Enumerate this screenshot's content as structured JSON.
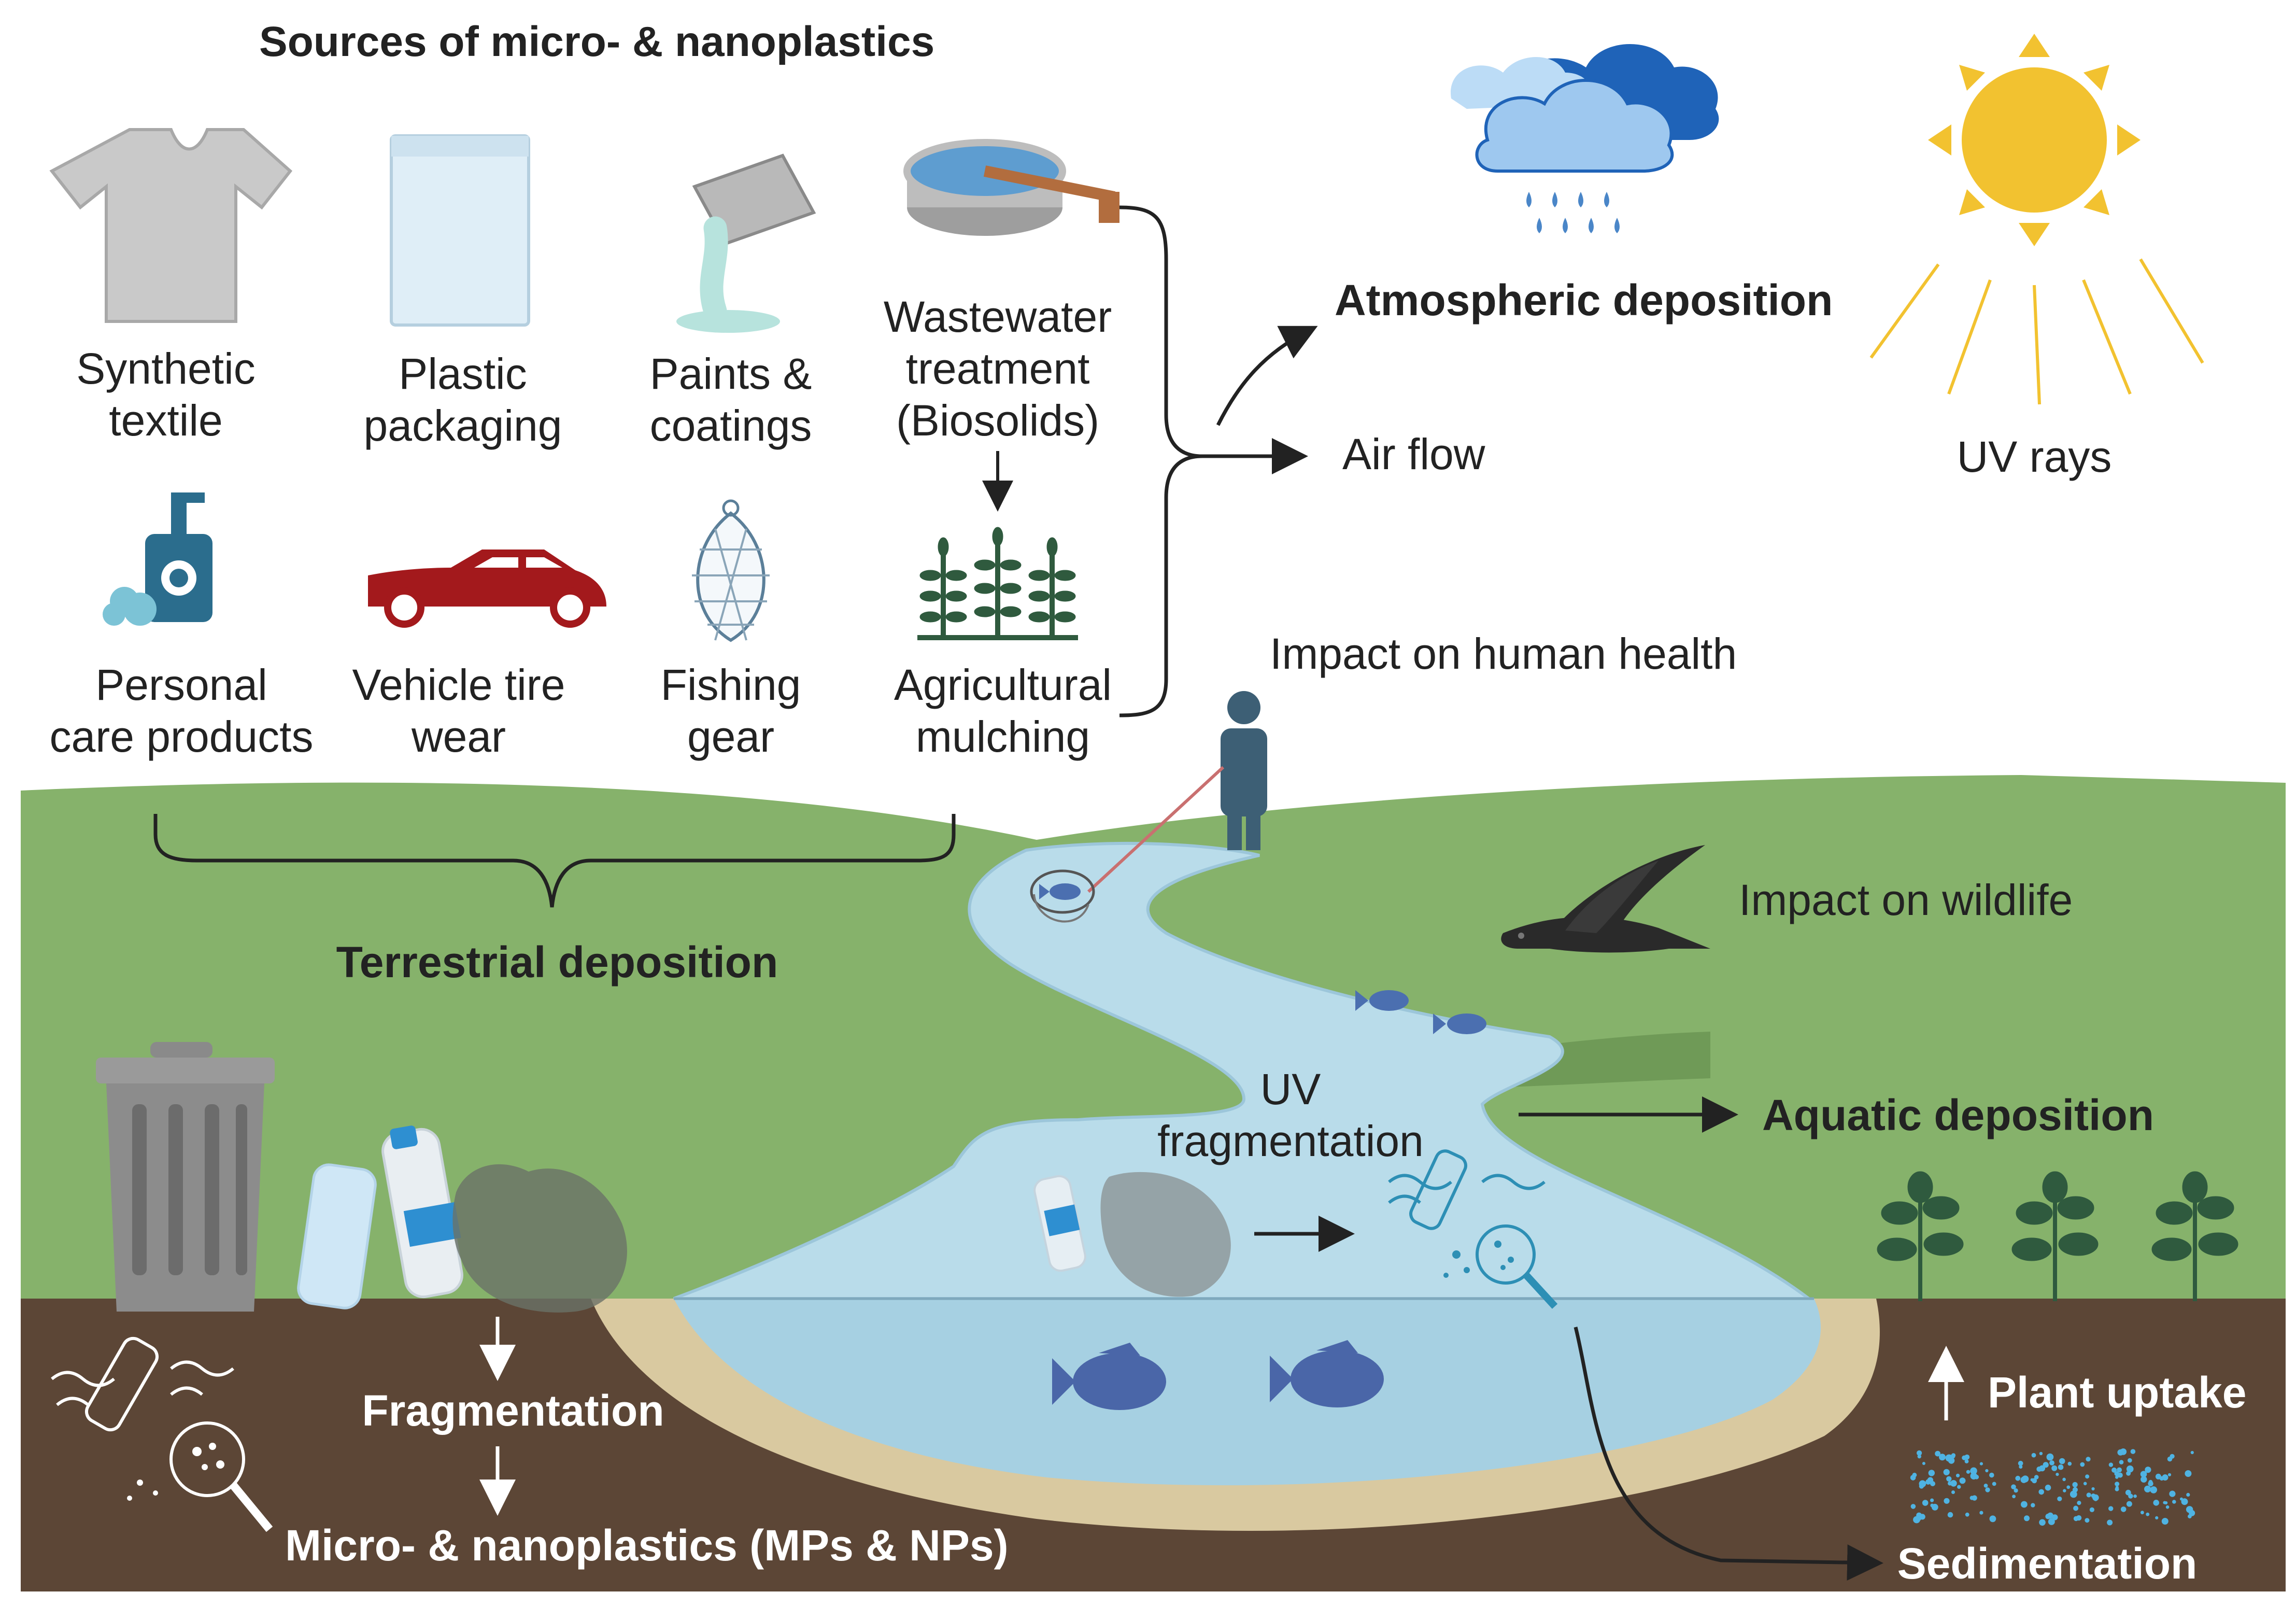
{
  "title": "Sources of micro- & nanoplastics",
  "sources": {
    "textile": [
      "Synthetic",
      "textile"
    ],
    "packaging": [
      "Plastic",
      "packaging"
    ],
    "paints": [
      "Paints &",
      "coatings"
    ],
    "wastewater": [
      "Wastewater",
      "treatment",
      "(Biosolids)"
    ],
    "personal_care": [
      "Personal",
      "care products"
    ],
    "tire": [
      "Vehicle tire",
      "wear"
    ],
    "fishing": [
      "Fishing",
      "gear"
    ],
    "mulching": [
      "Agricultural",
      "mulching"
    ]
  },
  "labels": {
    "atmospheric": "Atmospheric deposition",
    "air_flow": "Air flow",
    "uv_rays": "UV rays",
    "human_health": "Impact on human health",
    "wildlife": "Impact on wildlife",
    "terrestrial": "Terrestrial deposition",
    "uv_fragmentation": [
      "UV",
      "fragmentation"
    ],
    "aquatic": "Aquatic deposition",
    "fragmentation": "Fragmentation",
    "mps_nps": "Micro- & nanoplastics (MPs & NPs)",
    "plant_uptake": "Plant uptake",
    "sedimentation": "Sedimentation"
  },
  "colors": {
    "grass": "#86b26b",
    "grass_dark": "#6f9a57",
    "soil": "#5c4636",
    "water": "#b9dcea",
    "water_deep": "#a6d0e2",
    "sand": "#d9c9a0",
    "sun": "#f2c230",
    "rain_cloud": "#1f63b8",
    "light_cloud": "#9ec8ef",
    "car": "#a3191c",
    "bottle_cap": "#2e8fd1",
    "human": "#3d5f75",
    "plant": "#2f5a3e"
  }
}
